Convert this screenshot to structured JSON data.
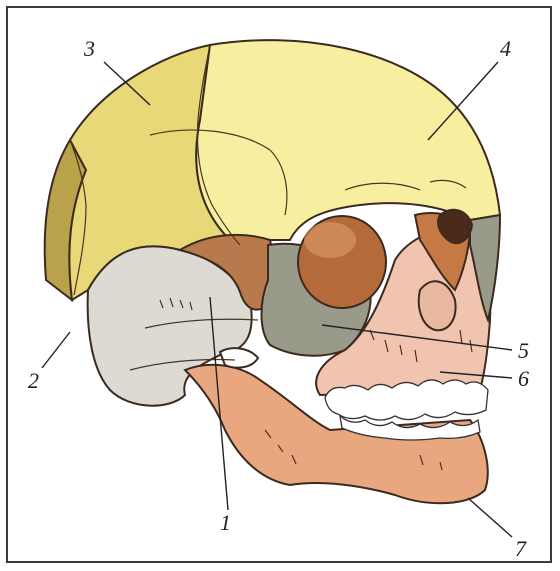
{
  "labels": {
    "l1": "1",
    "l2": "2",
    "l3": "3",
    "l4": "4",
    "l5": "5",
    "l6": "6",
    "l7": "7"
  },
  "colors": {
    "parietal": "#f4e89a",
    "frontal": "#f7ef9f",
    "occipital": "#e8d878",
    "temporal": "#dcdad2",
    "sphenoid": "#b87a4c",
    "zygomatic": "#9a9a8a",
    "maxilla": "#f1c4b0",
    "mandible": "#e8a77f",
    "nasal": "#c77945",
    "occipital_edge": "#b9a24a"
  }
}
